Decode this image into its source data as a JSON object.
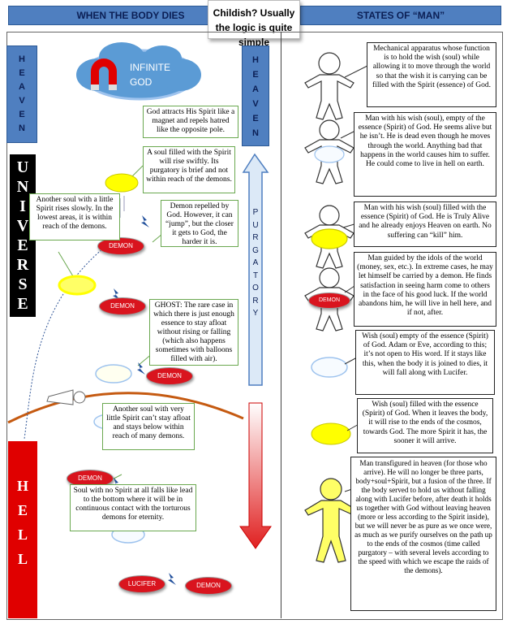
{
  "header": {
    "left_title": "WHEN THE BODY DIES",
    "right_title": "STATES OF “MAN”",
    "callout": "Childish? Usually the logic is quite simple"
  },
  "labels": {
    "heaven_left": [
      "H",
      "E",
      "A",
      "V",
      "E",
      "N"
    ],
    "heaven_right": [
      "H",
      "E",
      "A",
      "V",
      "E",
      "N"
    ],
    "universe": [
      "U",
      "N",
      "I",
      "V",
      "E",
      "R",
      "S",
      "E"
    ],
    "purgatory": [
      "P",
      "U",
      "R",
      "G",
      "A",
      "T",
      "O",
      "R",
      "Y"
    ],
    "hell": [
      "H",
      "E",
      "L",
      "L"
    ],
    "god": "INFINITE GOD",
    "demon": "DEMON",
    "lucifer": "LUCIFER"
  },
  "left_boxes": [
    "God attracts His Spirit like a magnet and repels hatred like the opposite pole.",
    "A soul filled with the Spirit will rise swiftly. Its purgatory is brief and not within reach of the demons.",
    "Another soul with a little Spirit rises slowly. In the lowest areas, it is within reach of the demons.",
    "Demon repelled by God. However, it can “jump”, but the closer it gets to God, the harder it is.",
    "GHOST: The rare case in which there is just enough essence to stay afloat without rising or falling (which also happens sometimes with balloons filled with air).",
    "Another soul with very little Spirit can’t stay afloat and stays below within reach of many demons.",
    "Soul with no Spirit at all falls like lead to the bottom where it will be in continuous contact with the torturous demons for eternity."
  ],
  "right_boxes": [
    "Mechanical apparatus whose function is to hold the wish (soul) while allowing it to move through the world so that the wish it is carrying can be filled with the Spirit (essence) of God.",
    "Man with his wish (soul), empty of the essence (Spirit) of God. He seems alive but he isn’t. He is dead even though he moves through the world. Anything bad that happens in the world causes him to suffer. He could come to live in hell on earth.",
    "Man with his wish (soul) filled with the essence (Spirit) of God. He is Truly Alive and he already enjoys Heaven on earth. No suffering can “kill” him.",
    "Man guided by the idols of the world (money, sex, etc.). In extreme cases, he may let himself be carried by a demon. He finds satisfaction in seeing harm come to others in the face of his good luck. If the world abandons him, he will live in hell here, and if not, after.",
    "Wish (soul) empty of the essence (Spirit) of God. Adam or Eve, according to this; it’s not open to His word. If it stays like this, when the body it is joined to dies, it will fall along with Lucifer.",
    "Wish (soul) filled with the essence (Spirit) of God. When it leaves the body, it will rise to the ends of the cosmos, towards God. The more Spirit it has, the sooner it will arrive.",
    "Man transfigured in heaven (for those who arrive). He will no longer be three parts, body+soul+Spirit, but a fusion of the three. If the body served to hold us without falling along with Lucifer before, after death it holds us together with God without leaving heaven (more or less according to the Spirit inside), but we will never be as pure as we once were, as much as we purify ourselves on the path up to the ends of the cosmos (time called purgatory – with several levels according to the speed with which we escape the raids of the demons)."
  ],
  "colors": {
    "heaven_blue": "#4f7fc0",
    "universe_black": "#000000",
    "hell_red": "#e00000",
    "demon_red": "#d9141e",
    "spirit_yellow": "#ffff00",
    "box_green": "#6aa84f",
    "earth_line": "#c55a11"
  }
}
